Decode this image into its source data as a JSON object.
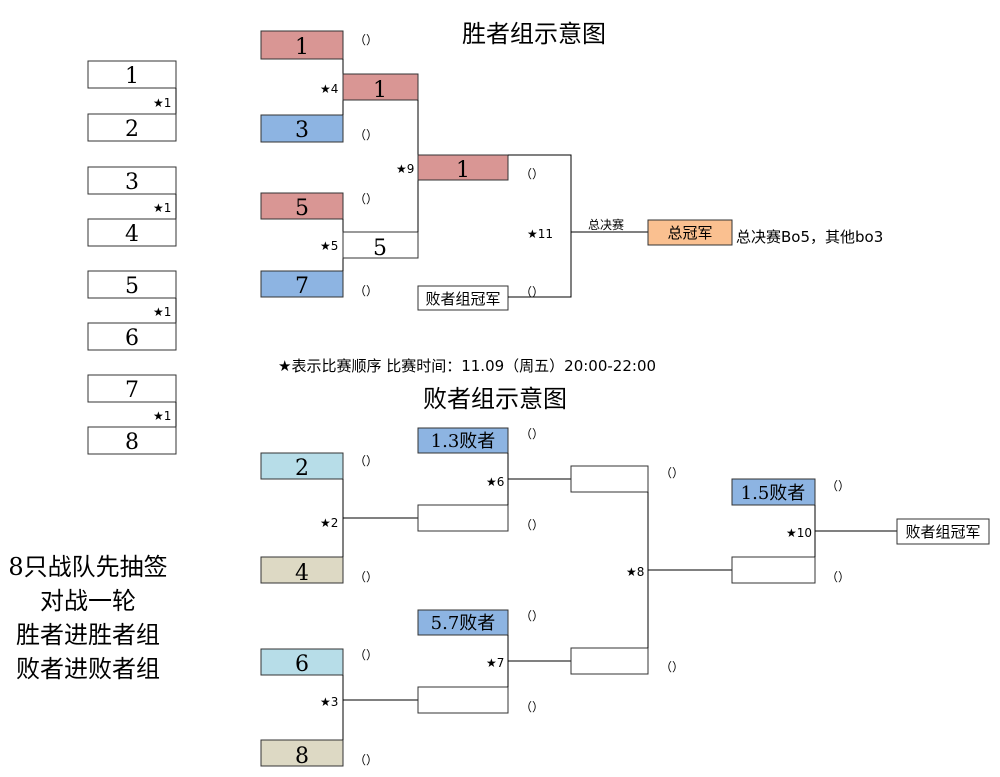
{
  "titles": {
    "winners": "胜者组示意图",
    "losers": "败者组示意图"
  },
  "note": "★表示比赛顺序  比赛时间：11.09（周五）20:00-22:00",
  "final_label": "总决赛",
  "champion_label": "总冠军",
  "format_note": "总决赛Bo5，其他bo3",
  "intro_lines": [
    "8只战队先抽签",
    "对战一轮",
    "胜者进胜者组",
    "败者进败者组"
  ],
  "draw": {
    "pairs": [
      {
        "top": "1",
        "bottom": "2",
        "match": "★1"
      },
      {
        "top": "3",
        "bottom": "4",
        "match": "★1"
      },
      {
        "top": "5",
        "bottom": "6",
        "match": "★1"
      },
      {
        "top": "7",
        "bottom": "8",
        "match": "★1"
      }
    ]
  },
  "winners": {
    "r1": [
      "1",
      "3",
      "5",
      "7"
    ],
    "r2": [
      "1",
      "5"
    ],
    "r3": "1",
    "losers_champion": "败者组冠军",
    "matches": {
      "m4": "★4",
      "m5": "★5",
      "m9": "★9",
      "m11": "★11"
    }
  },
  "losers": {
    "r1": [
      "2",
      "4",
      "6",
      "8"
    ],
    "drop1": "1.3败者",
    "drop2": "5.7败者",
    "drop3": "1.5败者",
    "champion": "败者组冠军",
    "matches": {
      "m2": "★2",
      "m3": "★3",
      "m6": "★6",
      "m7": "★7",
      "m8": "★8",
      "m10": "★10"
    }
  },
  "paren": "（）",
  "colors": {
    "red": "#d99694",
    "blue": "#8db4e2",
    "lightblue": "#b7dde8",
    "tan": "#ddd9c4",
    "orange": "#fac090"
  }
}
